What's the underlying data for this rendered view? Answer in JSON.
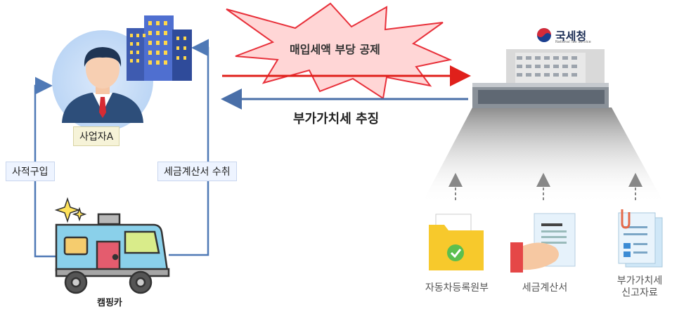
{
  "flow": {
    "top_arrow_label": "매입세액 부당 공제",
    "bottom_arrow_label": "부가가치세 추징",
    "left_loop_label": "사적구입",
    "right_loop_label": "세금계산서 수취"
  },
  "actors": {
    "business_label": "사업자A",
    "camping_car_label": "캠핑카",
    "agency_logo_text": "국세청",
    "agency_logo_subtext": "National Tax Service"
  },
  "documents": [
    {
      "line1": "자동차등록원부",
      "line2": ""
    },
    {
      "line1": "세금계산서",
      "line2": ""
    },
    {
      "line1": "부가가치세",
      "line2": "신고자료"
    }
  ],
  "colors": {
    "red_arrow": "#e0201b",
    "blue_arrow": "#4a6fa8",
    "burst_fill": "#ffd6d6",
    "burst_stroke": "#e8303a",
    "loop_line": "#4f79b6"
  }
}
